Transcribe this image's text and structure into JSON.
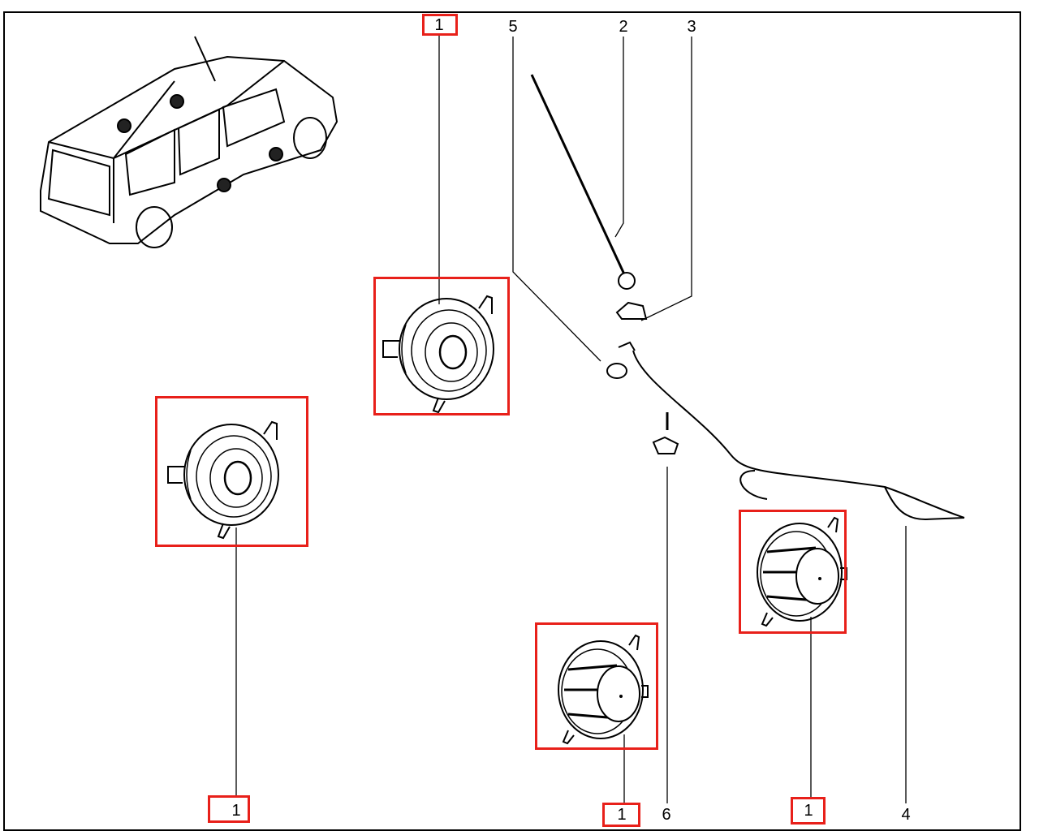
{
  "diagram": {
    "highlight_color": "#e8201a",
    "callouts": [
      {
        "id": "speaker-top",
        "text": "1",
        "highlighted": true
      },
      {
        "id": "cable-grommet",
        "text": "5",
        "highlighted": false
      },
      {
        "id": "antenna-mast",
        "text": "2",
        "highlighted": false
      },
      {
        "id": "antenna-base",
        "text": "3",
        "highlighted": false
      },
      {
        "id": "speaker-left",
        "text": "1",
        "highlighted": true
      },
      {
        "id": "speaker-bottom-center",
        "text": "1",
        "highlighted": true
      },
      {
        "id": "clip",
        "text": "6",
        "highlighted": false
      },
      {
        "id": "speaker-right",
        "text": "1",
        "highlighted": true
      },
      {
        "id": "antenna-cable",
        "text": "4",
        "highlighted": false
      }
    ]
  }
}
